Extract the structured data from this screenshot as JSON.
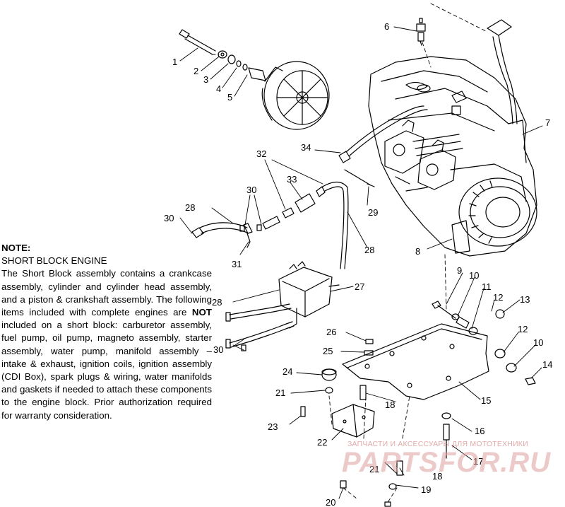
{
  "note": {
    "heading": "NOTE:",
    "title": "SHORT BLOCK ENGINE",
    "body_parts": [
      "The Short Block assembly contains a crankcase assembly, cylinder and cylinder head assembly, and a piston & crankshaft assembly. The following items included with complete engines are ",
      "NOT",
      " included on a short block: carburetor assembly, fuel pump, oil pump, magneto assembly, starter assembly, water pump, manifold assembly – intake & exhaust, ignition coils, ignition assembly (CDI Box), spark plugs & wiring, water manifolds and gaskets if needed to attach these components to the engine block. Prior authorization required for warranty consideration."
    ]
  },
  "callouts": [
    "1",
    "2",
    "3",
    "4",
    "5",
    "6",
    "7",
    "8",
    "9",
    "10",
    "10",
    "11",
    "12",
    "12",
    "13",
    "14",
    "15",
    "16",
    "17",
    "18",
    "18",
    "19",
    "20",
    "21",
    "21",
    "22",
    "23",
    "24",
    "25",
    "26",
    "27",
    "28",
    "28",
    "28",
    "29",
    "30",
    "30",
    "30",
    "31",
    "32",
    "33",
    "34"
  ],
  "watermark": {
    "tagline": "ЗАПЧАСТИ И АКСЕССУАРЫ ДЛЯ МОТОТЕХНИКИ",
    "logo": "PARTSFOR.RU"
  }
}
